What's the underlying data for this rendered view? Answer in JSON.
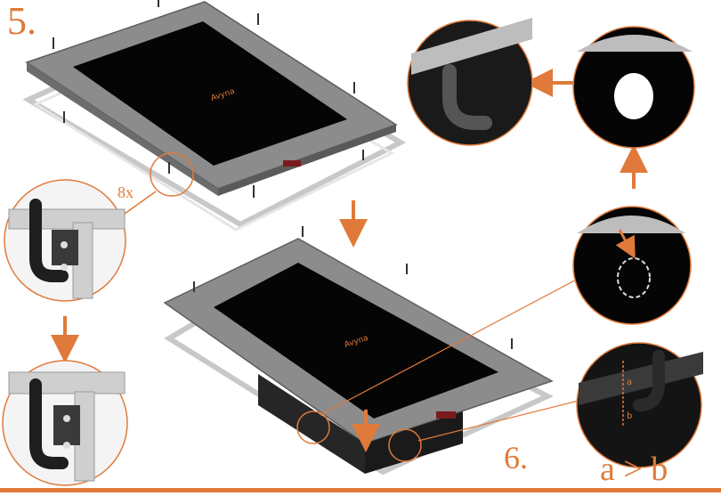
{
  "labels": {
    "step_a": "5.",
    "step_b": "6.",
    "quantity": "8x",
    "relation": "a > b",
    "brand_mark": "Avyna"
  },
  "colors": {
    "accent": "#e07a3a",
    "mat": "#050505",
    "pad": "#8c8c8c",
    "frame": "#d4d4d4"
  }
}
